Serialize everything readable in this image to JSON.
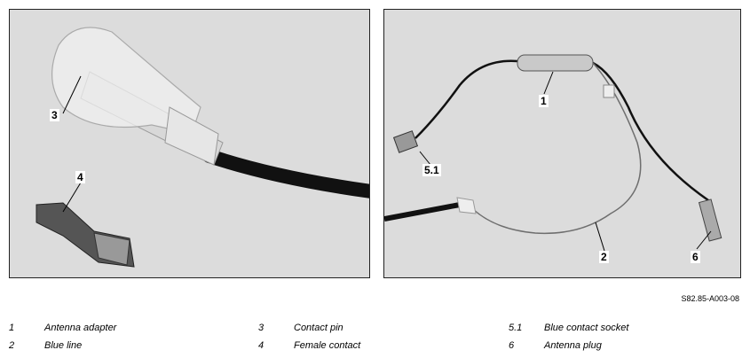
{
  "callouts": {
    "left": [
      {
        "label": "3"
      },
      {
        "label": "4"
      }
    ],
    "right": [
      {
        "label": "1"
      },
      {
        "label": "5.1"
      },
      {
        "label": "2"
      },
      {
        "label": "6"
      }
    ]
  },
  "figure_code": "S82.85-A003-08",
  "legend": [
    {
      "num": "1",
      "text": "Antenna adapter"
    },
    {
      "num": "2",
      "text": "Blue line"
    },
    {
      "num": "3",
      "text": "Contact pin"
    },
    {
      "num": "4",
      "text": "Female contact"
    },
    {
      "num": "5.1",
      "text": "Blue contact socket"
    },
    {
      "num": "6",
      "text": "Antenna plug"
    }
  ]
}
